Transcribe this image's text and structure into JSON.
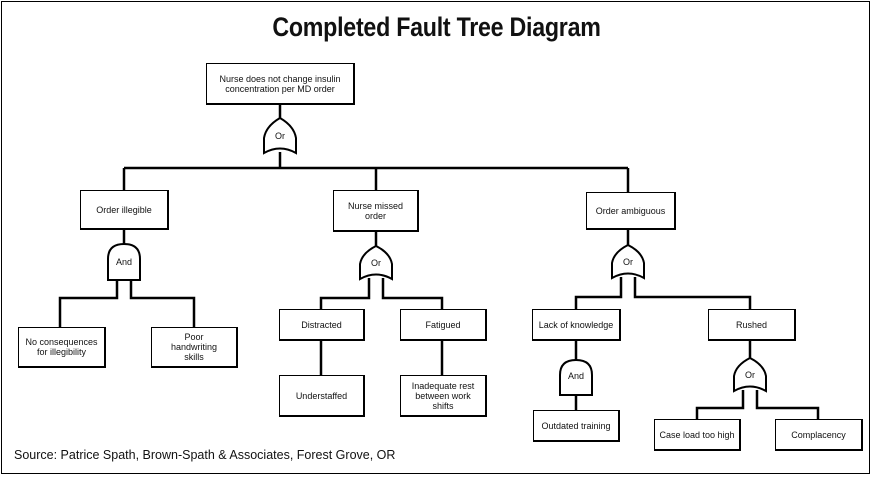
{
  "title": "Completed Fault Tree Diagram",
  "source": "Source: Patrice Spath, Brown-Spath & Associates, Forest Grove, OR",
  "top_event": "Nurse does not change insulin\nconcentration per MD order",
  "gates": {
    "root": "Or",
    "illegible": "And",
    "missed": "Or",
    "ambiguous": "Or",
    "knowledge": "And",
    "rushed": "Or"
  },
  "events": {
    "order_illegible": "Order illegible",
    "nurse_missed": "Nurse missed\norder",
    "order_ambiguous": "Order ambiguous",
    "no_consequences": "No consequences\nfor illegibility",
    "poor_handwriting": "Poor\nhandwriting\nskills",
    "distracted": "Distracted",
    "fatigued": "Fatigued",
    "understaffed": "Understaffed",
    "inadequate_rest": "Inadequate rest\nbetween work\nshifts",
    "lack_knowledge": "Lack of knowledge",
    "rushed": "Rushed",
    "outdated_training": "Outdated training",
    "case_load": "Case load too high",
    "complacency": "Complacency"
  }
}
